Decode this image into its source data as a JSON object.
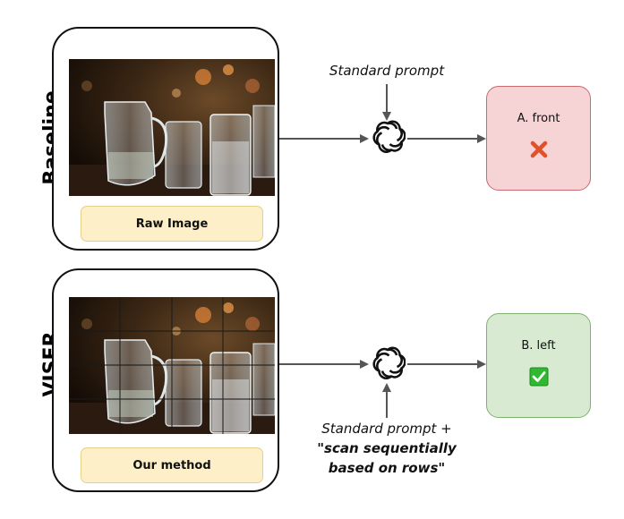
{
  "rows": {
    "baseline": {
      "side_label": "Baseline",
      "caption": "Raw Image",
      "prompt": "Standard prompt",
      "answer": "A. front",
      "result_colors": {
        "fill": "#f6d3d4",
        "border": "#c96a6e"
      },
      "mark_icon": "x-mark-icon",
      "mark_color": "#e0502a"
    },
    "viser": {
      "side_label": "VISER",
      "caption": "Our method",
      "prompt_line1": "Standard prompt +",
      "prompt_line2": "\"scan sequentially",
      "prompt_line3": "based on rows\"",
      "answer": "B. left",
      "result_colors": {
        "fill": "#d8ead2",
        "border": "#7fb26f"
      },
      "mark_icon": "check-mark-icon",
      "mark_color": "#2fb830"
    }
  },
  "model_icon": "openai-logo-icon"
}
